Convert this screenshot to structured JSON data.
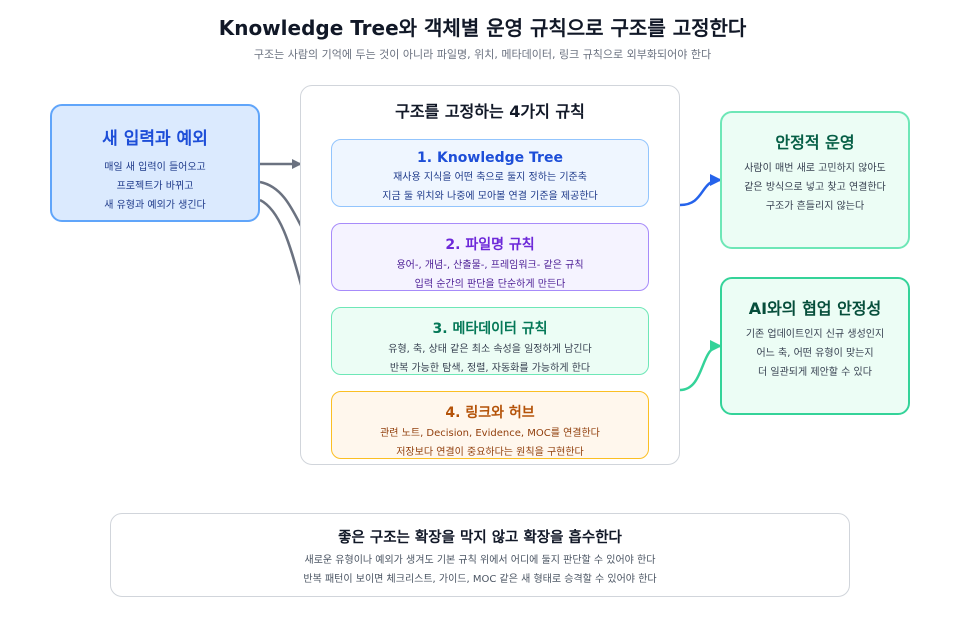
{
  "header": {
    "title": "Knowledge Tree와 객체별 운영 규칙으로 구조를 고정한다",
    "subtitle": "구조는 사람의 기억에 두는 것이 아니라 파일명, 위치, 메타데이터, 링크 규칙으로 외부화되어야 한다"
  },
  "input_box": {
    "title": "새 입력과 예외",
    "lines": [
      "매일 새 입력이 들어오고",
      "프로젝트가 바뀌고",
      "새 유형과 예외가 생긴다"
    ]
  },
  "rules_container": {
    "title": "구조를 고정하는 4가지 규칙",
    "rules": [
      {
        "title": "1. Knowledge Tree",
        "lines": [
          "재사용 지식을 어떤 축으로 둘지 정하는 기준축",
          "지금 둘 위치와 나중에 모아볼 연결 기준을 제공한다"
        ]
      },
      {
        "title": "2. 파일명 규칙",
        "lines": [
          "용어-, 개념-, 산출물-, 프레임워크- 같은 규칙",
          "입력 순간의 판단을 단순하게 만든다"
        ]
      },
      {
        "title": "3. 메타데이터 규칙",
        "lines": [
          "유형, 축, 상태 같은 최소 속성을 일정하게 남긴다",
          "반복 가능한 탐색, 정렬, 자동화를 가능하게 한다"
        ]
      },
      {
        "title": "4. 링크와 허브",
        "lines": [
          "관련 노트, Decision, Evidence, MOC를 연결한다",
          "저장보다 연결이 중요하다는 원칙을 구현한다"
        ]
      }
    ]
  },
  "outputs": [
    {
      "title": "안정적 운영",
      "lines": [
        "사람이 매번 새로 고민하지 않아도",
        "같은 방식으로 넣고 찾고 연결한다",
        "구조가 흔들리지 않는다"
      ]
    },
    {
      "title": "AI와의 협업 안정성",
      "lines": [
        "기존 업데이트인지 신규 생성인지",
        "어느 축, 어떤 유형이 맞는지",
        "더 일관되게 제안할 수 있다"
      ]
    }
  ],
  "footer": {
    "title": "좋은 구조는 확장을 막지 않고 확장을 흡수한다",
    "lines": [
      "새로운 유형이나 예외가 생겨도 기본 규칙 위에서 어디에 둘지 판단할 수 있어야 한다",
      "반복 패턴이 보이면 체크리스트, 가이드, MOC 같은 새 형태로 승격할 수 있어야 한다"
    ]
  },
  "colors": {
    "input_arrow": "#6b7280",
    "output_arrow_1": "#2563eb",
    "output_arrow_2": "#34d399"
  }
}
